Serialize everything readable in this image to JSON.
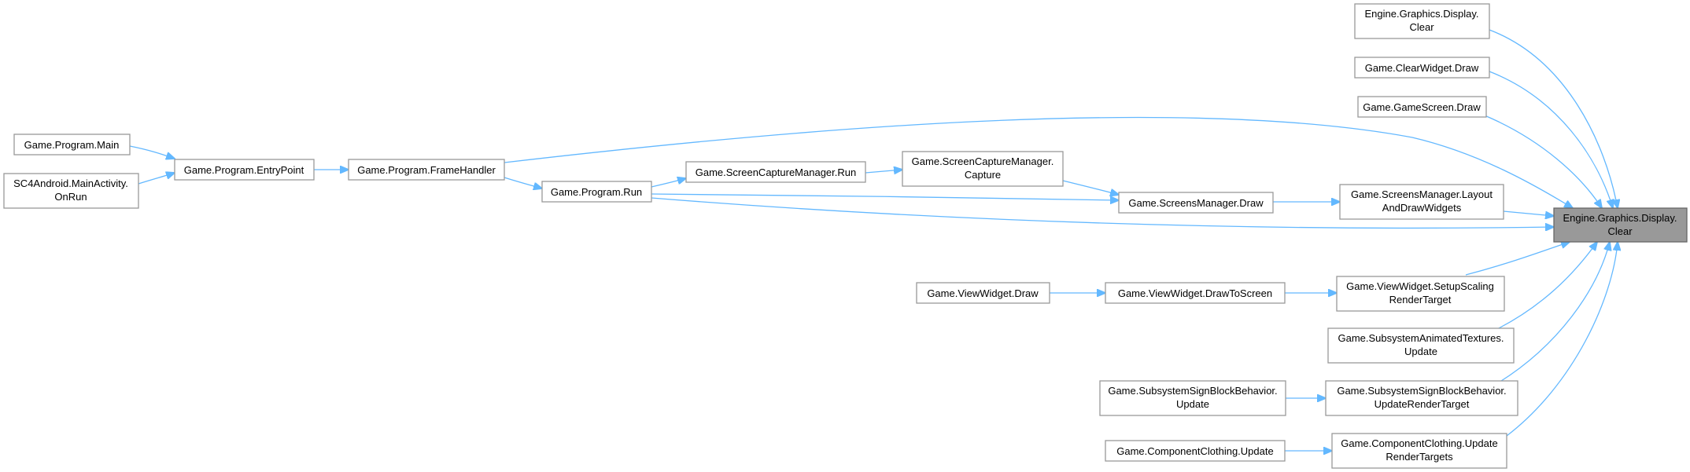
{
  "graph": {
    "type": "caller-graph",
    "colors": {
      "edge": "#63b8ff",
      "node_border": "#999999",
      "focus_fill": "#999999",
      "node_fill": "#ffffff"
    },
    "nodes": [
      {
        "id": "n_target",
        "lines": [
          "Engine.Graphics.Display.",
          "Clear"
        ],
        "focus": true
      },
      {
        "id": "n_display_clear_overload",
        "lines": [
          "Engine.Graphics.Display.",
          "Clear"
        ]
      },
      {
        "id": "n_clearwidget_draw",
        "lines": [
          "Game.ClearWidget.Draw"
        ]
      },
      {
        "id": "n_gamescreen_draw",
        "lines": [
          "Game.GameScreen.Draw"
        ]
      },
      {
        "id": "n_program_main",
        "lines": [
          "Game.Program.Main"
        ]
      },
      {
        "id": "n_mainactivity_onrun",
        "lines": [
          "SC4Android.MainActivity.",
          "OnRun"
        ]
      },
      {
        "id": "n_program_entrypoint",
        "lines": [
          "Game.Program.EntryPoint"
        ]
      },
      {
        "id": "n_program_framehandler",
        "lines": [
          "Game.Program.FrameHandler"
        ]
      },
      {
        "id": "n_program_run",
        "lines": [
          "Game.Program.Run"
        ]
      },
      {
        "id": "n_screencapture_run",
        "lines": [
          "Game.ScreenCaptureManager.Run"
        ]
      },
      {
        "id": "n_screencapture_capture",
        "lines": [
          "Game.ScreenCaptureManager.",
          "Capture"
        ]
      },
      {
        "id": "n_screensmanager_draw",
        "lines": [
          "Game.ScreensManager.Draw"
        ]
      },
      {
        "id": "n_screensmanager_layout",
        "lines": [
          "Game.ScreensManager.Layout",
          "AndDrawWidgets"
        ]
      },
      {
        "id": "n_viewwidget_draw",
        "lines": [
          "Game.ViewWidget.Draw"
        ]
      },
      {
        "id": "n_viewwidget_drawtoscreen",
        "lines": [
          "Game.ViewWidget.DrawToScreen"
        ]
      },
      {
        "id": "n_viewwidget_setupscaling",
        "lines": [
          "Game.ViewWidget.SetupScaling",
          "RenderTarget"
        ]
      },
      {
        "id": "n_animatedtextures_update",
        "lines": [
          "Game.SubsystemAnimatedTextures.",
          "Update"
        ]
      },
      {
        "id": "n_signblock_update",
        "lines": [
          "Game.SubsystemSignBlockBehavior.",
          "Update"
        ]
      },
      {
        "id": "n_signblock_updaterendertarget",
        "lines": [
          "Game.SubsystemSignBlockBehavior.",
          "UpdateRenderTarget"
        ]
      },
      {
        "id": "n_clothing_update",
        "lines": [
          "Game.ComponentClothing.Update"
        ]
      },
      {
        "id": "n_clothing_updaterendertargets",
        "lines": [
          "Game.ComponentClothing.Update",
          "RenderTargets"
        ]
      }
    ]
  }
}
